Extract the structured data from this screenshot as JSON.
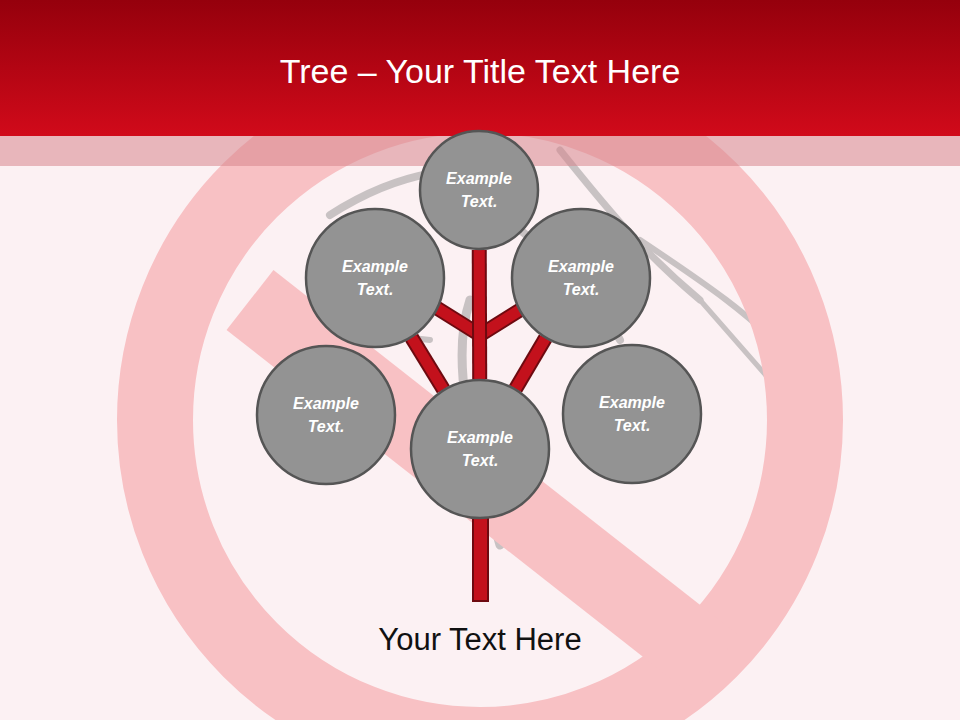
{
  "diagram": {
    "title": "Tree – Your Title Text Here",
    "caption": "Your Text Here",
    "nodes": [
      {
        "text": [
          "Example Text."
        ]
      },
      {
        "text": [
          "Example Text."
        ]
      },
      {
        "text": [
          "Example Text."
        ]
      },
      {
        "text": [
          "Example Text."
        ]
      },
      {
        "text": [
          "Example Text."
        ]
      },
      {
        "text": [
          "Example Text."
        ]
      }
    ],
    "edges": [
      {
        "from": 5,
        "to": 0,
        "arrow": "none"
      },
      {
        "from": 5,
        "to": 1,
        "arrow": "none"
      },
      {
        "from": 5,
        "to": 2,
        "arrow": "none"
      }
    ]
  }
}
